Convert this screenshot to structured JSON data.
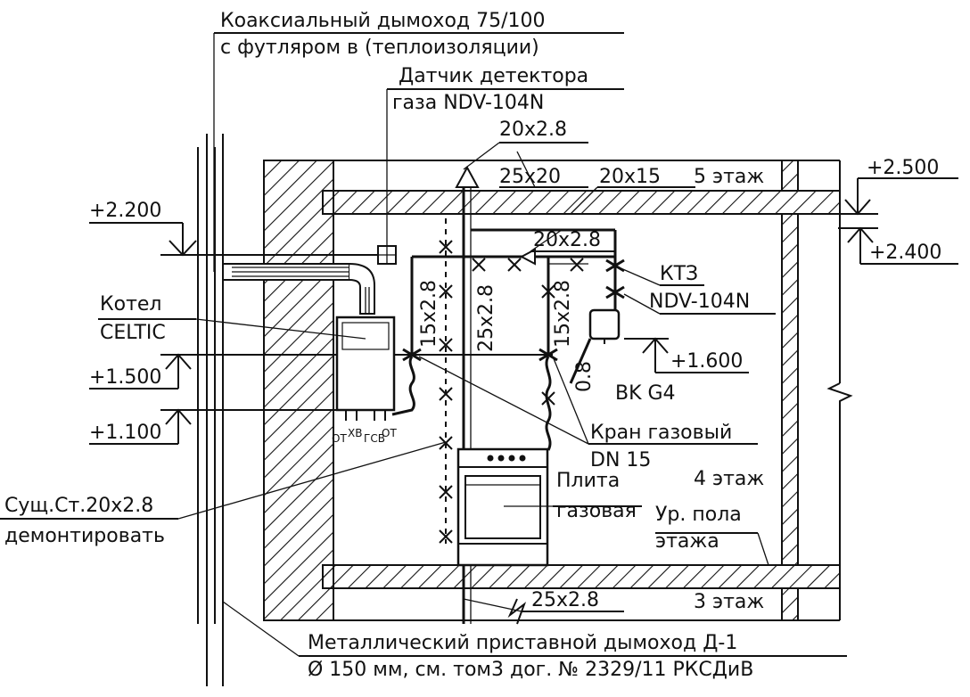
{
  "labels": {
    "flue_line1": "Коаксиальный дымоход 75/100",
    "flue_line2": "с футляром в (теплоизоляции)",
    "sensor_line1": "Датчик детектора",
    "sensor_line2": "газа NDV-104N",
    "pipe_20x28_top": "20x2.8",
    "pipe_25x20": "25x20",
    "pipe_20x15": "20x15",
    "floor5": "5 этаж",
    "mark_2500": "+2.500",
    "mark_2200": "+2.200",
    "mark_2400": "+2.400",
    "pipe_20x28_mid": "20x2.8",
    "boiler_line1": "Котел",
    "boiler_line2": "CELTIC",
    "kt3": "КТЗ",
    "ndv": "NDV-104N",
    "pipe_15x28_left": "15x2.8",
    "pipe_25x28_vert": "25x2.8",
    "pipe_15x28_right": "15x2.8",
    "mark_1500": "+1.500",
    "mark_1600": "+1.600",
    "meter": "BK G4",
    "pipe_08": "0.8",
    "mark_1100": "+1.100",
    "valve_line1": "Кран газовый",
    "valve_line2": "DN 15",
    "stove_line1": "Плита",
    "stove_line2": "газовая",
    "floor4": "4 этаж",
    "existing_line1": "Сущ.Ст.20x2.8",
    "existing_line2": "демонтировать",
    "floor_level_line1": "Ур. пола",
    "floor_level_line2": "этажа",
    "pipe_25x28_bottom": "25x2.8",
    "floor3": "3 этаж",
    "chimney_line1": "Металлический приставной дымоход Д-1",
    "chimney_line2": "Ø 150 мм, см. том3 дог. № 2329/11 РКСДиВ",
    "boiler_ot1": "ОТ",
    "boiler_hv": "ХВ",
    "boiler_gsv": "ГСВ",
    "boiler_ot2": "ОТ"
  }
}
